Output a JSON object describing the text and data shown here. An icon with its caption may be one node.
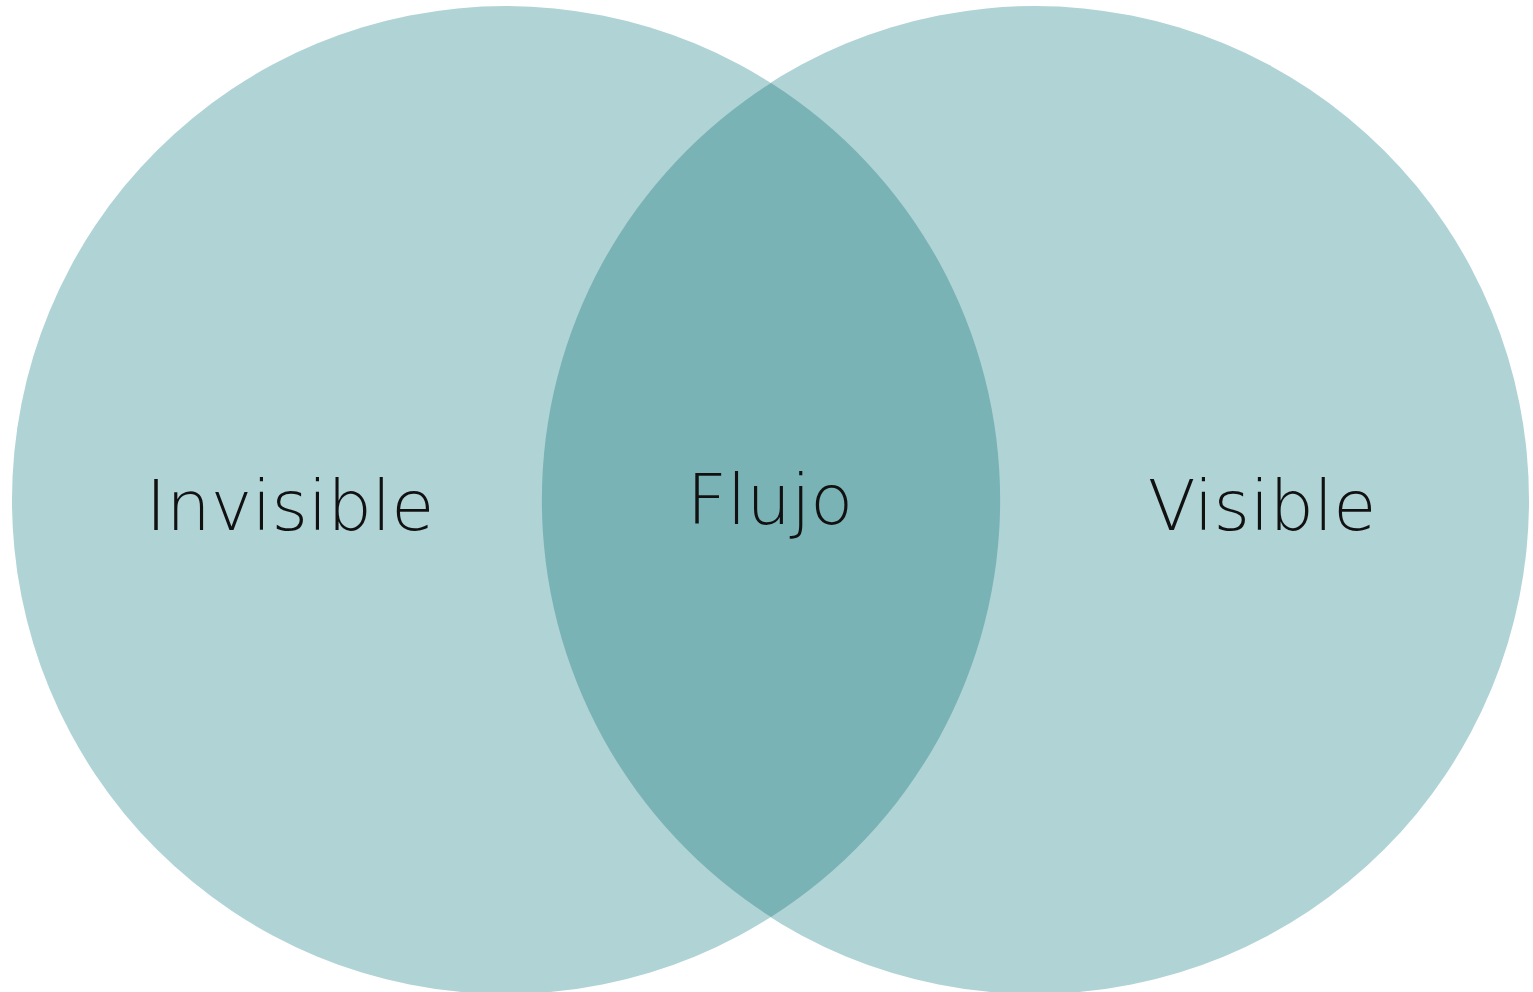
{
  "diagram": {
    "nodes": [
      {
        "text": [
          "Invisible"
        ]
      },
      {
        "text": [
          "Visible"
        ]
      },
      {
        "text": [
          "Flujo"
        ]
      }
    ]
  }
}
